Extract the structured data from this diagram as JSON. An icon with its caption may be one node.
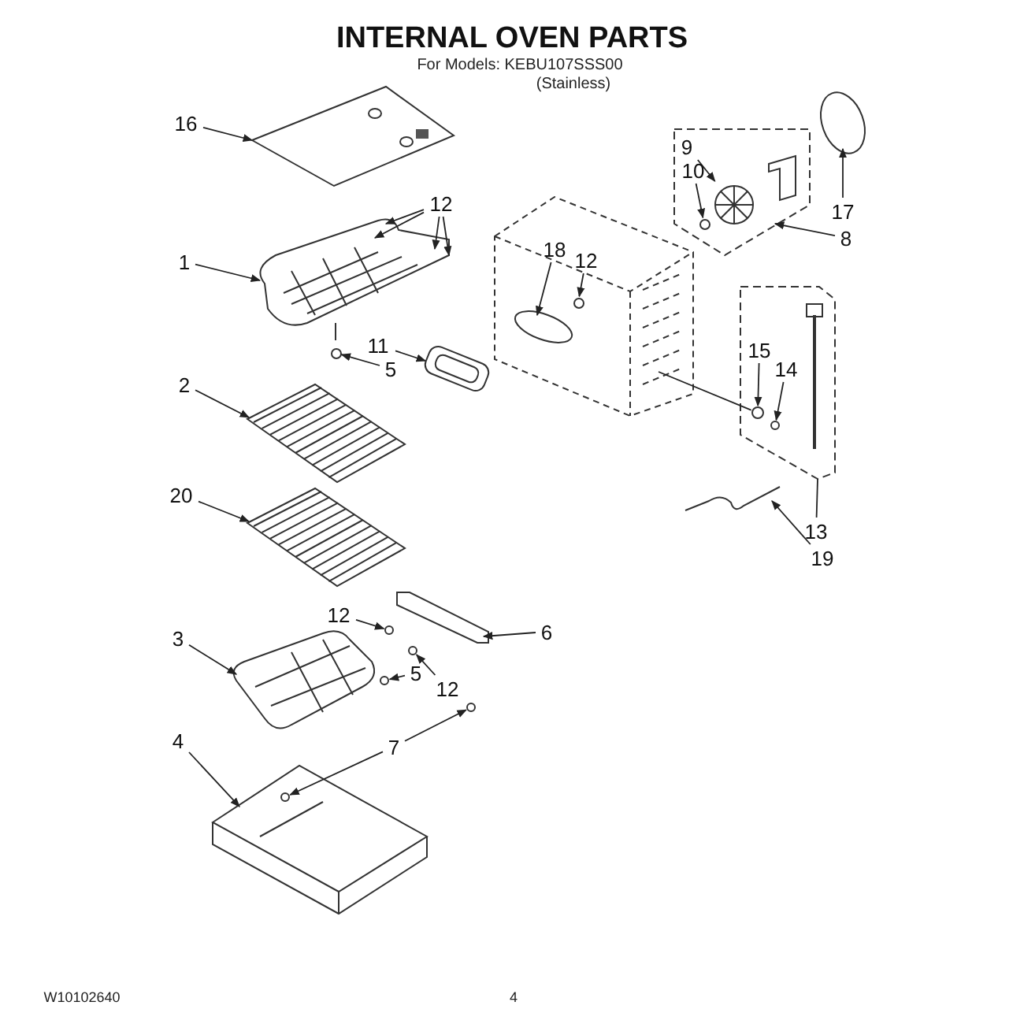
{
  "diagram": {
    "title": "INTERNAL OVEN PARTS",
    "nodes": [
      {
        "text": [
          "16"
        ]
      },
      {
        "text": [
          "12"
        ]
      },
      {
        "text": [
          "9"
        ],
        "in": 33
      },
      {
        "text": [
          "10"
        ],
        "in": 33
      },
      {
        "text": [
          "17"
        ]
      },
      {
        "text": [
          "8"
        ]
      },
      {
        "text": [
          "18"
        ],
        "in": 30
      },
      {
        "text": [
          "12"
        ],
        "in": 30
      },
      {
        "text": [
          "1"
        ]
      },
      {
        "text": [
          "15"
        ],
        "in": 37
      },
      {
        "text": [
          "11"
        ]
      },
      {
        "text": [
          "14"
        ],
        "in": 37
      },
      {
        "text": [
          "2"
        ]
      },
      {
        "text": [
          "5"
        ]
      },
      {
        "text": [
          "20"
        ]
      },
      {
        "text": [
          "13"
        ]
      },
      {
        "text": [
          "19"
        ]
      },
      {
        "text": [
          "12"
        ]
      },
      {
        "text": [
          "6"
        ]
      },
      {
        "text": [
          "3"
        ]
      },
      {
        "text": [
          "5"
        ]
      },
      {
        "text": [
          "12"
        ]
      },
      {
        "text": [
          "4"
        ]
      },
      {
        "text": [
          "7"
        ]
      },
      {
        "text": [],
        "shape": "picture"
      },
      {
        "text": [],
        "shape": "picture"
      },
      {
        "text": [],
        "shape": "circle"
      },
      {
        "text": [],
        "shape": "picture"
      },
      {
        "text": [],
        "shape": "picture"
      },
      {
        "text": [],
        "shape": "picture"
      },
      {
        "text": [],
        "shape": "picture"
      },
      {
        "text": [],
        "shape": "circle",
        "in": 30
      },
      {
        "text": [],
        "shape": "circle",
        "in": 30
      },
      {
        "text": [],
        "shape": "box"
      },
      {
        "text": [],
        "shape": "picture",
        "in": 33
      },
      {
        "text": [],
        "shape": "circle",
        "in": 33
      },
      {
        "text": [],
        "shape": "circle"
      },
      {
        "text": [],
        "shape": "box"
      },
      {
        "text": [],
        "shape": "circle",
        "in": 37
      },
      {
        "text": [],
        "shape": "circle",
        "in": 37
      },
      {
        "text": [],
        "shape": "picture"
      },
      {
        "text": [],
        "shape": "picture"
      },
      {
        "text": [],
        "shape": "circle"
      },
      {
        "text": [],
        "shape": "circle"
      },
      {
        "text": [],
        "shape": "circle"
      },
      {
        "text": [],
        "shape": "picture"
      },
      {
        "text": [],
        "shape": "circle"
      },
      {
        "text": [],
        "shape": "picture"
      },
      {
        "text": [],
        "shape": "circle",
        "in": 47
      }
    ],
    "edges": [
      {
        "from": 0,
        "to": 24,
        "arrow": "to"
      },
      {
        "from": 1,
        "to": 25,
        "arrow": "to"
      },
      {
        "from": 1,
        "to": 25,
        "arrow": "to"
      },
      {
        "from": 1,
        "to": 25,
        "arrow": "to"
      },
      {
        "from": 1,
        "to": 25,
        "arrow": "to"
      },
      {
        "from": 2,
        "to": 34,
        "arrow": "to"
      },
      {
        "from": 3,
        "to": 35,
        "arrow": "to"
      },
      {
        "from": 4,
        "to": 36,
        "arrow": "to"
      },
      {
        "from": 5,
        "to": 33,
        "arrow": "to"
      },
      {
        "from": 6,
        "to": 31,
        "arrow": "to"
      },
      {
        "from": 7,
        "to": 32,
        "arrow": "to"
      },
      {
        "from": 8,
        "to": 25,
        "arrow": "to"
      },
      {
        "from": 9,
        "to": 38,
        "arrow": "to"
      },
      {
        "from": 10,
        "to": 27,
        "arrow": "to"
      },
      {
        "from": 11,
        "to": 39,
        "arrow": "to"
      },
      {
        "from": 12,
        "to": 28,
        "arrow": "to"
      },
      {
        "from": 13,
        "to": 26,
        "arrow": "to"
      },
      {
        "from": 14,
        "to": 29,
        "arrow": "to"
      },
      {
        "from": 15,
        "to": 37,
        "arrow": "none"
      },
      {
        "from": 16,
        "to": 40,
        "arrow": "to"
      },
      {
        "from": 17,
        "to": 42,
        "arrow": "to"
      },
      {
        "from": 18,
        "to": 45,
        "arrow": "to"
      },
      {
        "from": 19,
        "to": 41,
        "arrow": "to"
      },
      {
        "from": 20,
        "to": 44,
        "arrow": "to"
      },
      {
        "from": 21,
        "to": 43,
        "arrow": "to"
      },
      {
        "from": 22,
        "to": 47,
        "arrow": "to"
      },
      {
        "from": 23,
        "to": 46,
        "arrow": "to"
      },
      {
        "from": 23,
        "to": 48,
        "arrow": "to"
      },
      {
        "from": 30,
        "to": 38,
        "arrow": "none"
      }
    ],
    "labels": [
      "For Models: KEBU107SSS00",
      "(Stainless)",
      "W10102640",
      "4"
    ]
  }
}
